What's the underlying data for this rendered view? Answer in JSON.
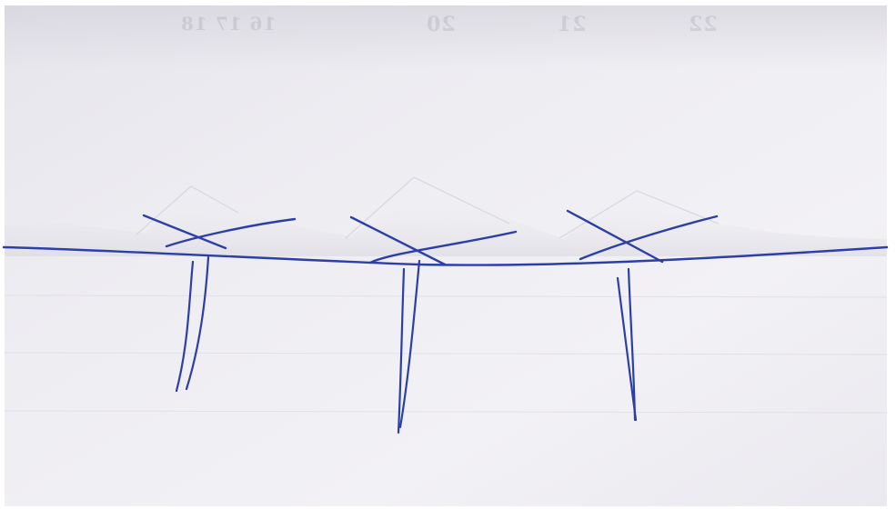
{
  "photo": {
    "subject": "",
    "bleed_through_numbers": [
      "16 17 18",
      "20",
      "21",
      "22"
    ],
    "colors": {
      "paper": "#eeedf2",
      "paper_shadow": "#d9d7df",
      "ink": "#2c3fa6",
      "frame": "#ffffff"
    },
    "marks": {
      "crosses": 3,
      "vertical_strokes": 3
    }
  }
}
